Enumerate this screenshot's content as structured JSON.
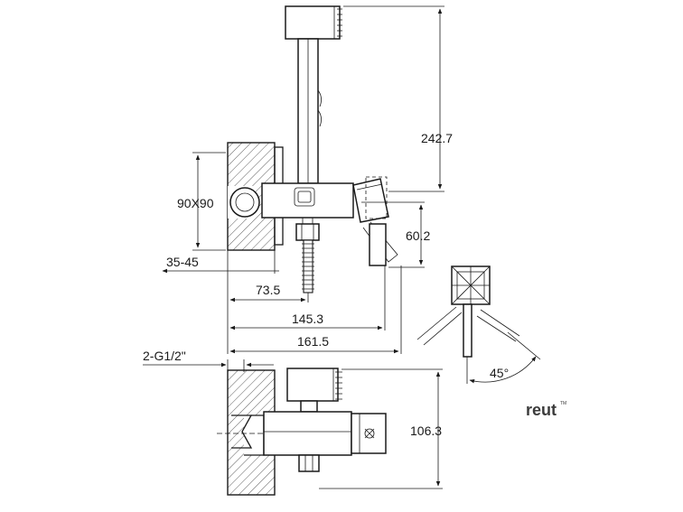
{
  "dimensions": {
    "height_total": "242.7",
    "mount_plate": "90X90",
    "outlet_offset": "60.2",
    "wall_depth": "35-45",
    "spout_offset": "73.5",
    "length_a": "145.3",
    "length_b": "161.5",
    "connection": "2-G1/2\"",
    "valve_height": "106.3",
    "handle_angle": "45°"
  },
  "brand": {
    "logo": "reut",
    "mark": "TM"
  }
}
